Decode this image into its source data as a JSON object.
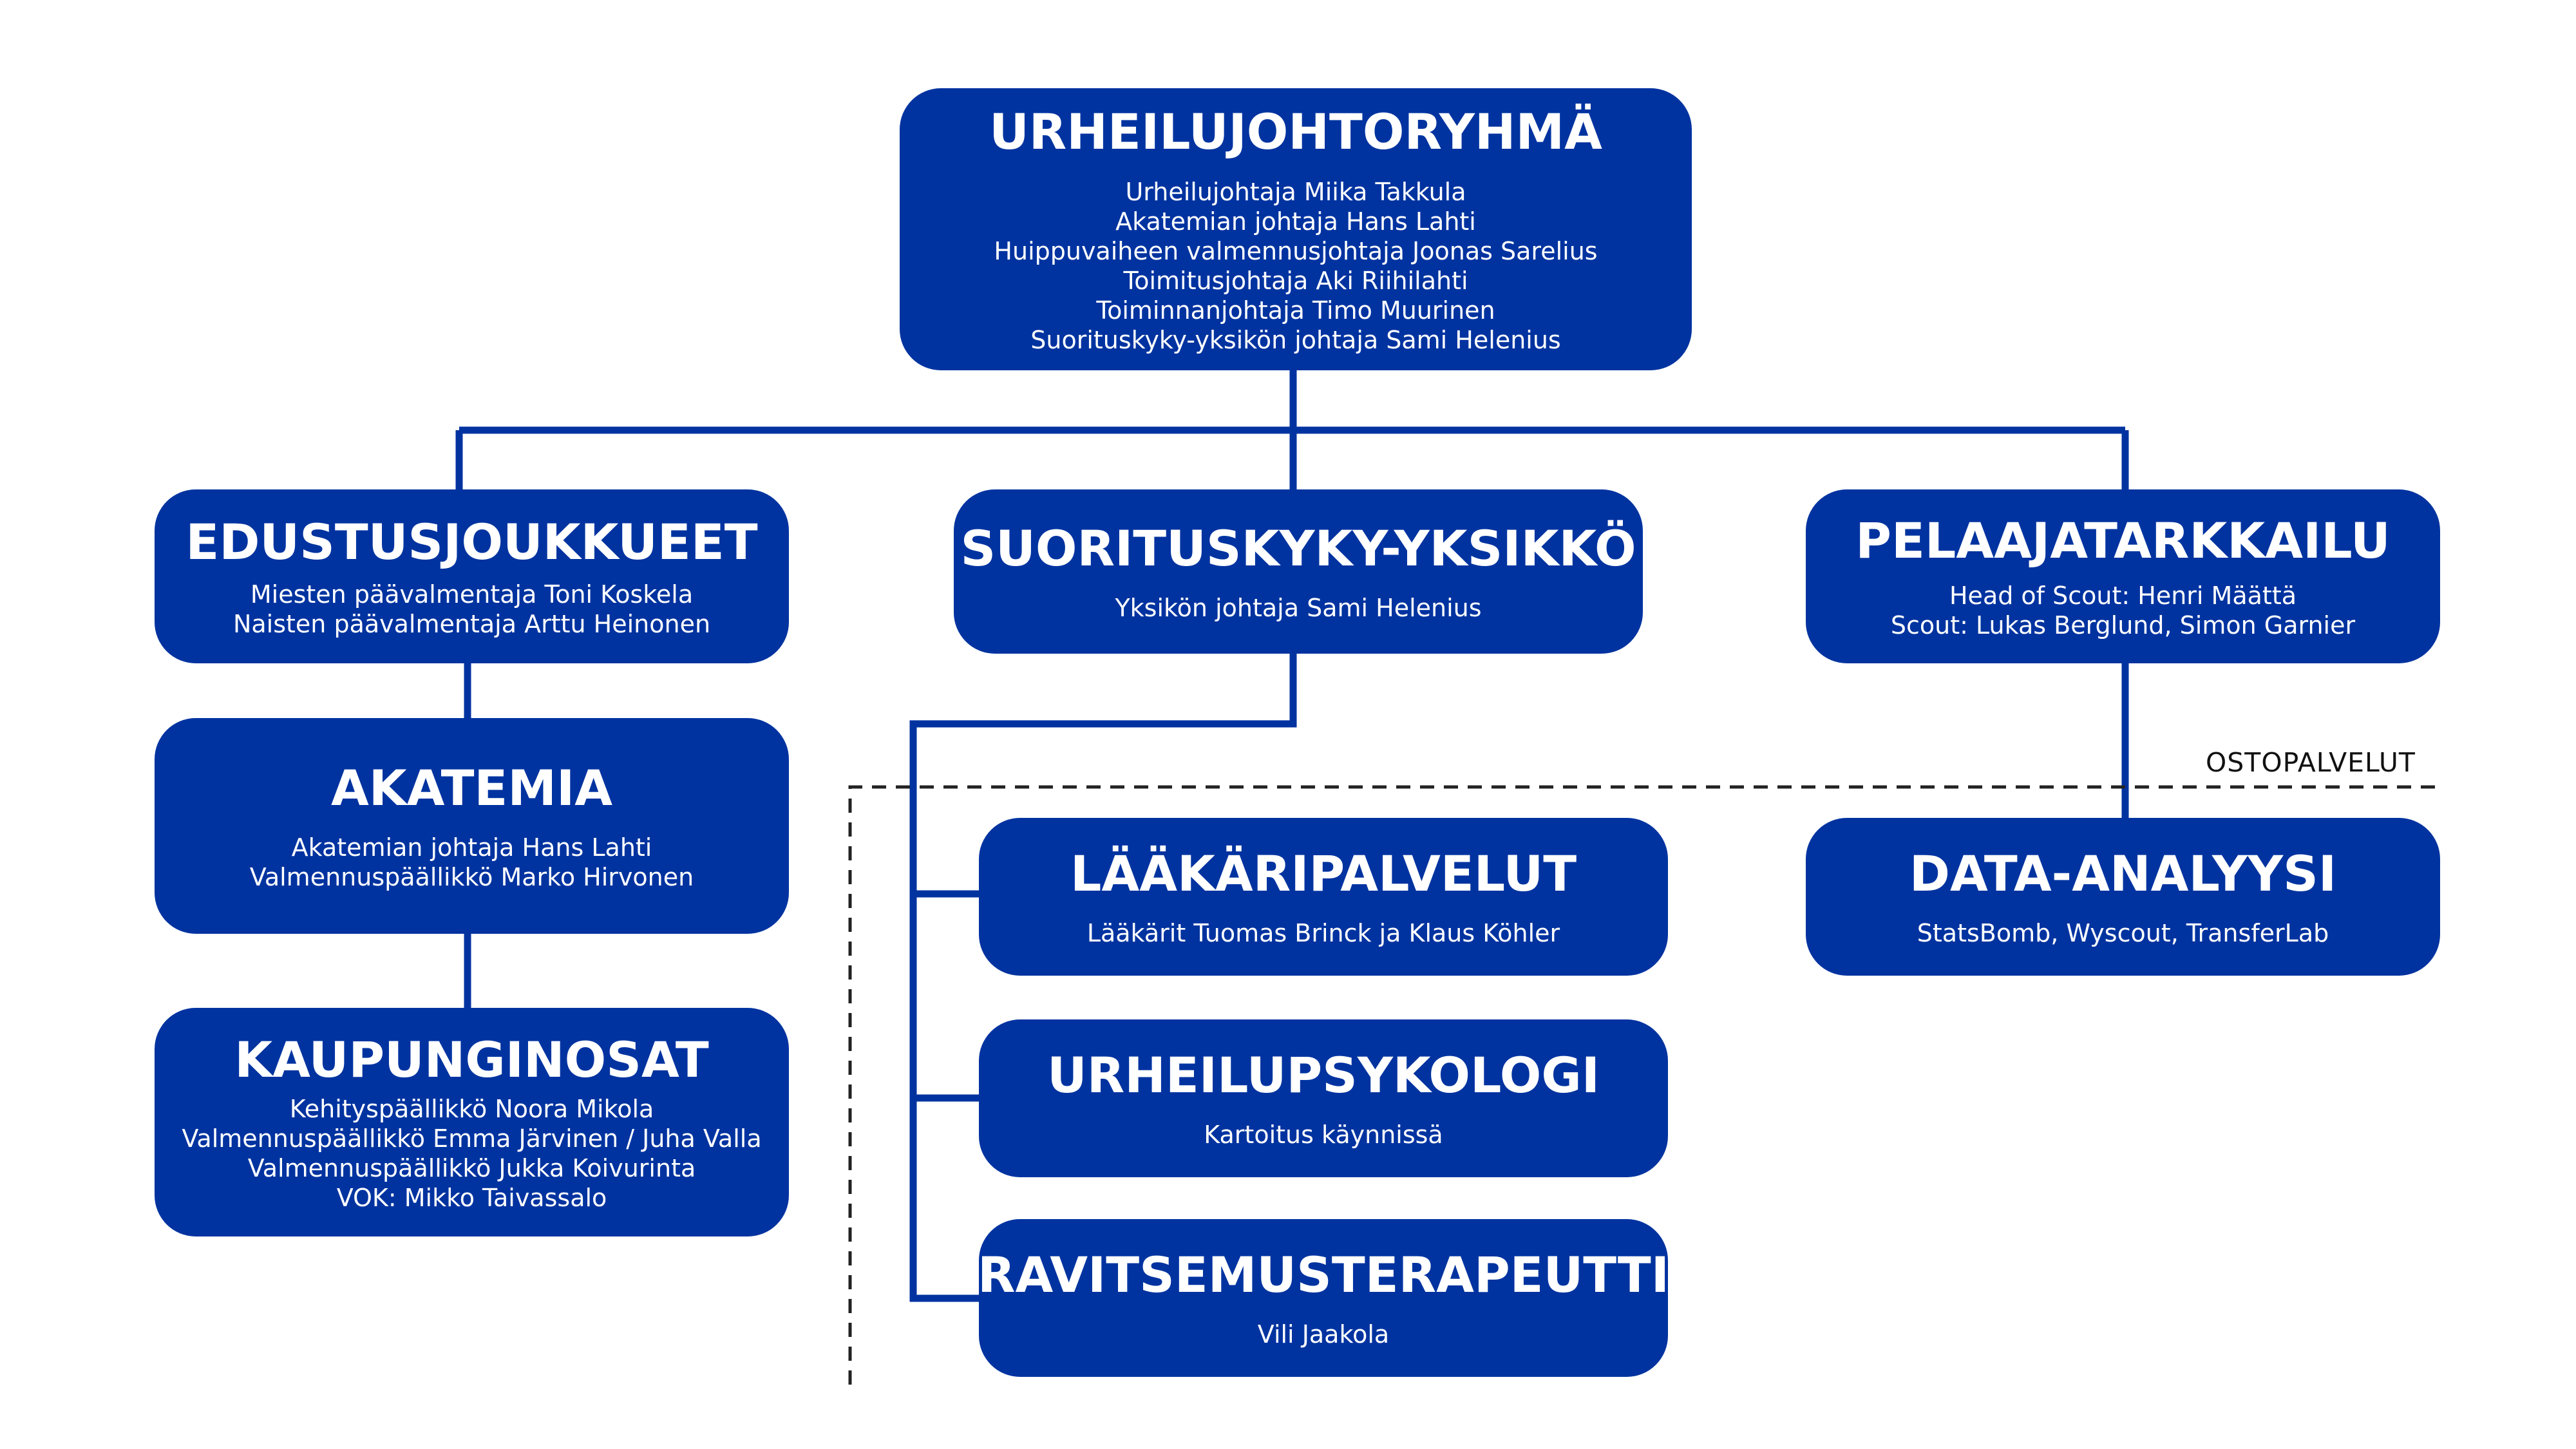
{
  "colors": {
    "box": "#0033a0",
    "text": "#ffffff",
    "dashed": "#222222"
  },
  "top": {
    "title": "URHEILUJOHTORYHMÄ",
    "lines": [
      "Urheilujohtaja Miika Takkula",
      "Akatemian johtaja Hans Lahti",
      "Huippuvaiheen valmennusjohtaja Joonas Sarelius",
      "Toimitusjohtaja Aki Riihilahti",
      "Toiminnanjohtaja Timo Muurinen",
      "Suorituskyky-yksikön johtaja Sami Helenius"
    ]
  },
  "edustus": {
    "title": "EDUSTUSJOUKKUEET",
    "lines": [
      "Miesten päävalmentaja Toni Koskela",
      "Naisten päävalmentaja Arttu Heinonen"
    ]
  },
  "suorituskyky": {
    "title": "SUORITUSKYKY-YKSIKKÖ",
    "lines": [
      "Yksikön johtaja Sami Helenius"
    ]
  },
  "pelaaja": {
    "title": "PELAAJATARKKAILU",
    "lines": [
      "Head of Scout: Henri Määttä",
      "Scout: Lukas Berglund, Simon Garnier"
    ]
  },
  "akatemia": {
    "title": "AKATEMIA",
    "lines": [
      "Akatemian johtaja Hans Lahti",
      "Valmennuspäällikkö Marko Hirvonen"
    ]
  },
  "kaupunginosat": {
    "title": "KAUPUNGINOSAT",
    "lines": [
      "Kehityspäällikkö Noora Mikola",
      "Valmennuspäällikkö Emma Järvinen / Juha Valla",
      "Valmennuspäällikkö Jukka Koivurinta",
      "VOK: Mikko Taivassalo"
    ]
  },
  "laakari": {
    "title": "LÄÄKÄRIPALVELUT",
    "lines": [
      "Lääkärit Tuomas Brinck ja Klaus Köhler"
    ]
  },
  "psykologi": {
    "title": "URHEILUPSYKOLOGI",
    "lines": [
      "Kartoitus käynnissä"
    ]
  },
  "ravitsemus": {
    "title": "RAVITSEMUSTERAPEUTTI",
    "lines": [
      "Vili Jaakola"
    ]
  },
  "data": {
    "title": "DATA-ANALYYSI",
    "lines": [
      "StatsBomb, Wyscout, TransferLab"
    ]
  },
  "ostopalvelut_label": "OSTOPALVELUT"
}
